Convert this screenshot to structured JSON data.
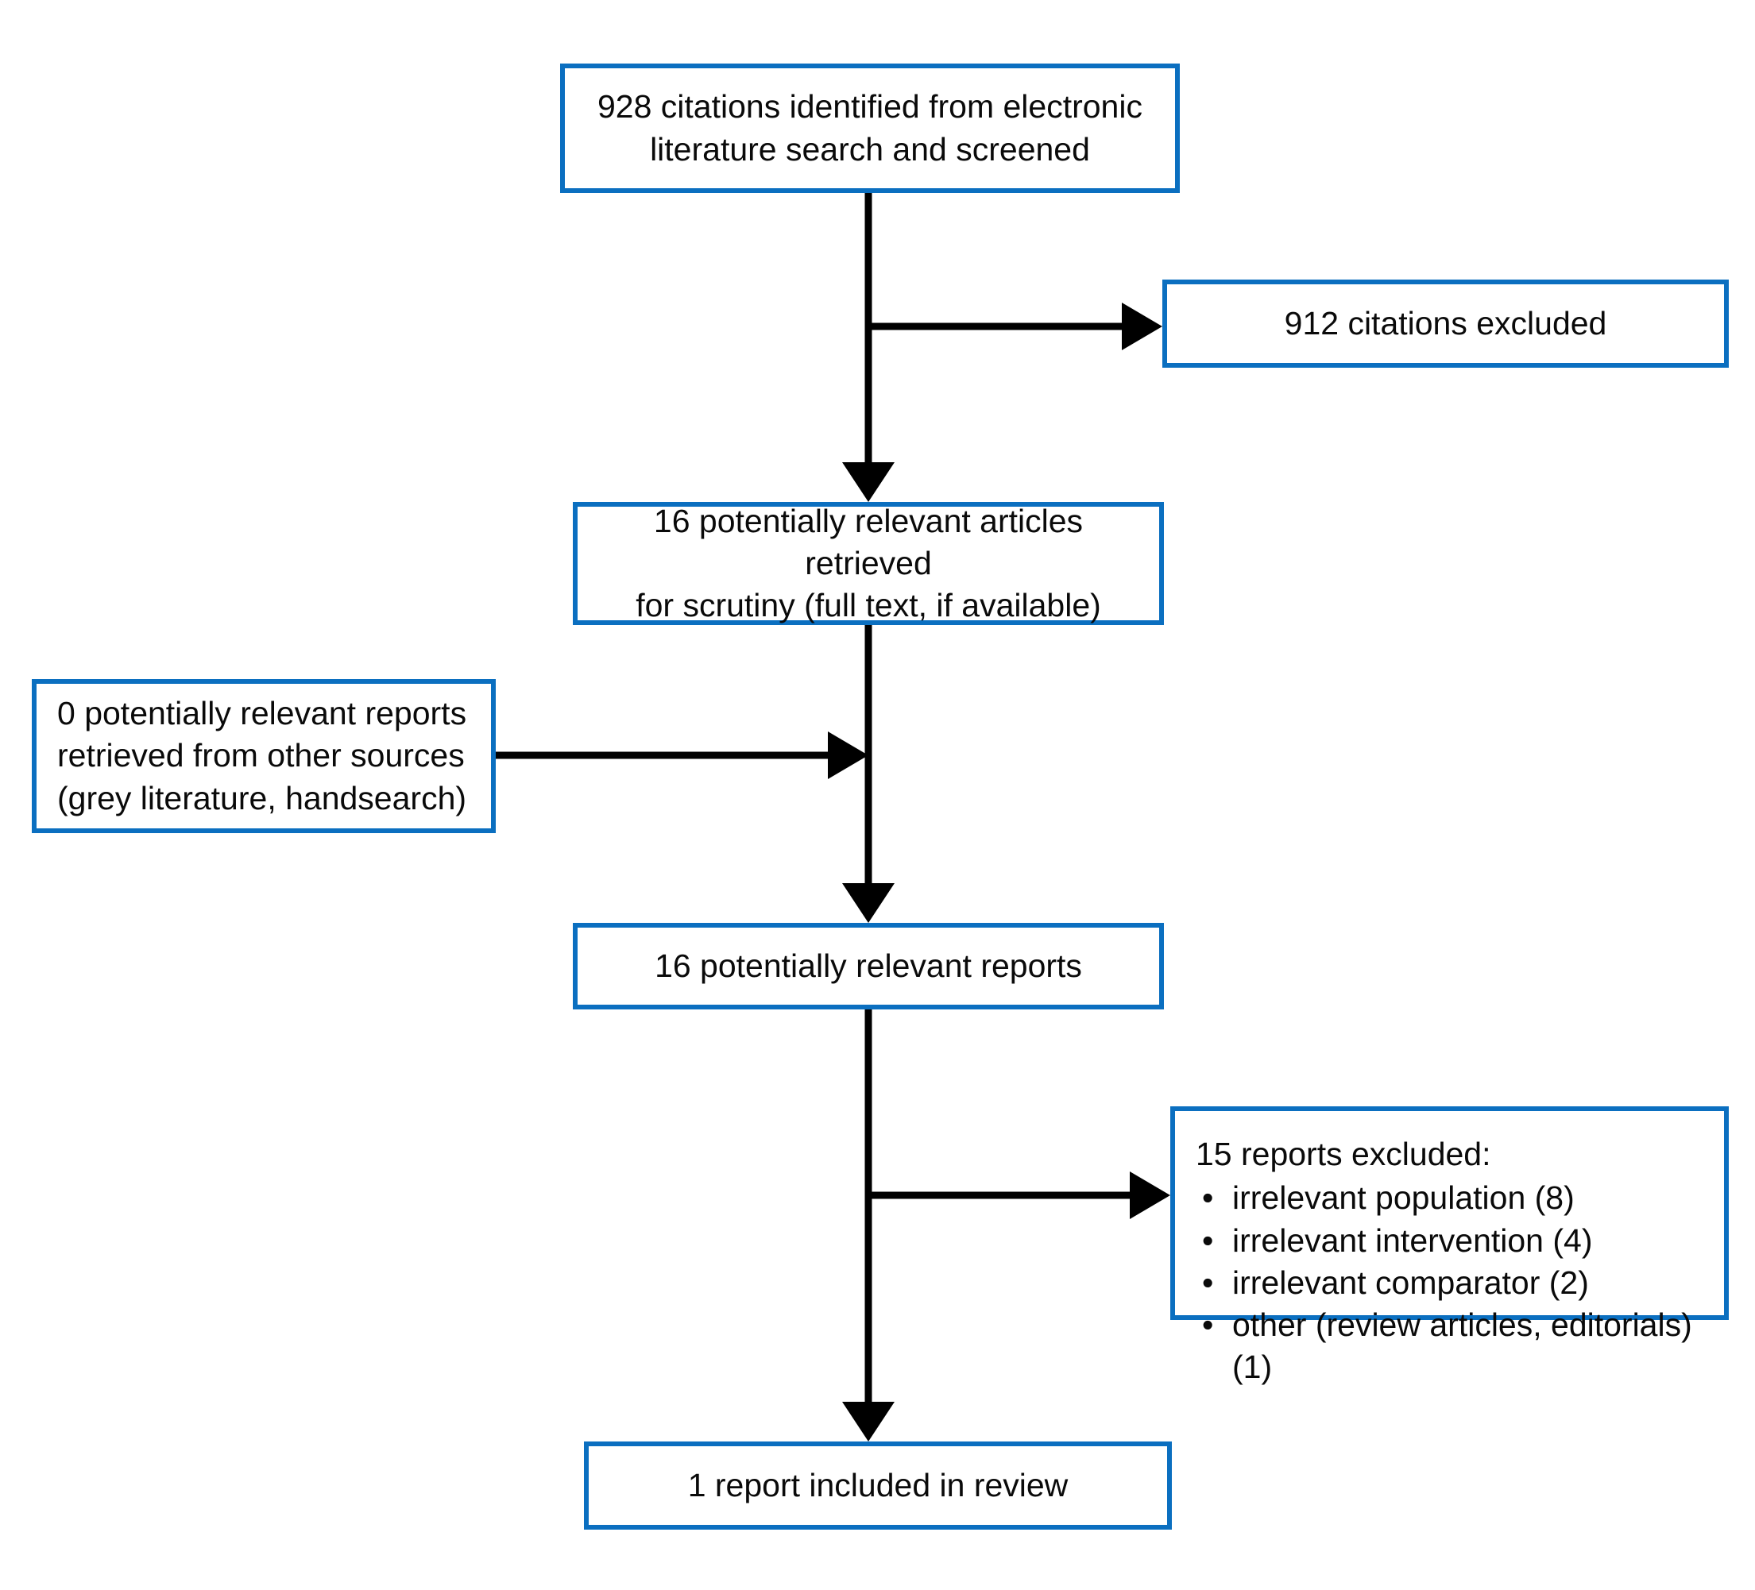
{
  "diagram": {
    "type": "prisma-flow-diagram",
    "accent_color": "#0B6FC0",
    "line_color": "#000000",
    "background": "#ffffff"
  },
  "nodes": {
    "identified": {
      "text": "928 citations identified from electronic\nliterature search and screened",
      "count": 928,
      "align": "center"
    },
    "citations_excluded": {
      "text": "912 citations excluded",
      "count": 912,
      "align": "center"
    },
    "retrieved": {
      "text": "16 potentially relevant articles retrieved\nfor scrutiny (full text, if available)",
      "count": 16,
      "align": "center"
    },
    "other_sources": {
      "text": "0 potentially relevant reports\nretrieved from other sources\n(grey literature, handsearch)",
      "count": 0,
      "align": "left"
    },
    "relevant_reports": {
      "text": "16 potentially relevant reports",
      "count": 16,
      "align": "center"
    },
    "reports_excluded": {
      "heading": "15 reports excluded:",
      "count": 15,
      "bullet_glyph": "•",
      "reasons": [
        {
          "label": "irrelevant population (8)",
          "n": 8
        },
        {
          "label": "irrelevant intervention (4)",
          "n": 4
        },
        {
          "label": "irrelevant comparator (2)",
          "n": 2
        },
        {
          "label": "other (review articles, editorials) (1)",
          "n": 1
        }
      ]
    },
    "included": {
      "text": "1 report included in review",
      "count": 1,
      "align": "center"
    }
  },
  "connectors": [
    {
      "name": "identified-to-retrieved",
      "kind": "vertical-arrow"
    },
    {
      "name": "identified-to-citations-excluded",
      "kind": "horizontal-arrow"
    },
    {
      "name": "retrieved-to-relevant-reports",
      "kind": "vertical-arrow"
    },
    {
      "name": "other-sources-to-spine",
      "kind": "horizontal-arrow"
    },
    {
      "name": "relevant-reports-to-included",
      "kind": "vertical-arrow"
    },
    {
      "name": "relevant-reports-to-reports-excluded",
      "kind": "horizontal-arrow"
    }
  ]
}
